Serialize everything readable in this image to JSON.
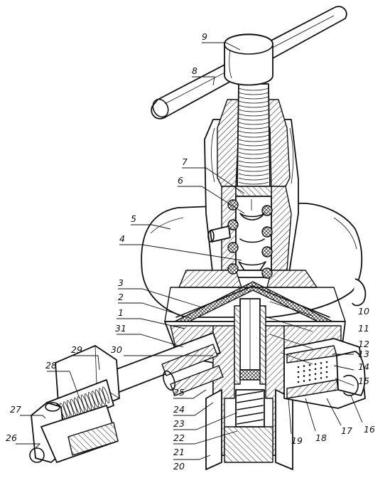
{
  "figure": {
    "subject": "sectional isometric drawing of a valve",
    "line_color": "#111111",
    "background": "#ffffff"
  },
  "callouts": [
    {
      "id": "c1",
      "text": "1"
    },
    {
      "id": "c2",
      "text": "2"
    },
    {
      "id": "c3",
      "text": "3"
    },
    {
      "id": "c4",
      "text": "4"
    },
    {
      "id": "c5",
      "text": "5"
    },
    {
      "id": "c6",
      "text": "6"
    },
    {
      "id": "c7",
      "text": "7"
    },
    {
      "id": "c8",
      "text": "8"
    },
    {
      "id": "c9",
      "text": "9"
    },
    {
      "id": "c10",
      "text": "10"
    },
    {
      "id": "c11",
      "text": "11"
    },
    {
      "id": "c12",
      "text": "12"
    },
    {
      "id": "c13",
      "text": "13"
    },
    {
      "id": "c14",
      "text": "14"
    },
    {
      "id": "c15",
      "text": "15"
    },
    {
      "id": "c16",
      "text": "16"
    },
    {
      "id": "c17",
      "text": "17"
    },
    {
      "id": "c18",
      "text": "18"
    },
    {
      "id": "c19",
      "text": "19"
    },
    {
      "id": "c20",
      "text": "20"
    },
    {
      "id": "c21",
      "text": "21"
    },
    {
      "id": "c22",
      "text": "22"
    },
    {
      "id": "c23",
      "text": "23"
    },
    {
      "id": "c24",
      "text": "24"
    },
    {
      "id": "c25",
      "text": "25"
    },
    {
      "id": "c26",
      "text": "26"
    },
    {
      "id": "c27",
      "text": "27"
    },
    {
      "id": "c28",
      "text": "28"
    },
    {
      "id": "c29",
      "text": "29"
    },
    {
      "id": "c30",
      "text": "30"
    },
    {
      "id": "c31",
      "text": "31"
    }
  ]
}
